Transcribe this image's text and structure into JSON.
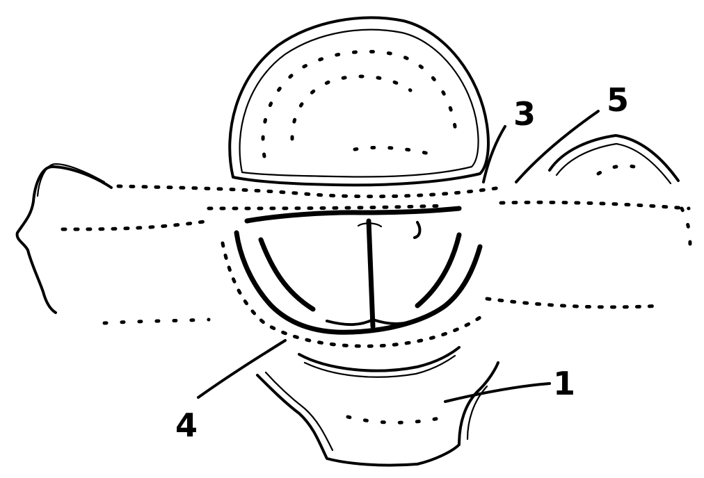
{
  "labels": {
    "l1": "1",
    "l3": "3",
    "l4": "4",
    "l5": "5"
  },
  "colors": {
    "ink": "#000000",
    "paper": "#ffffff"
  }
}
